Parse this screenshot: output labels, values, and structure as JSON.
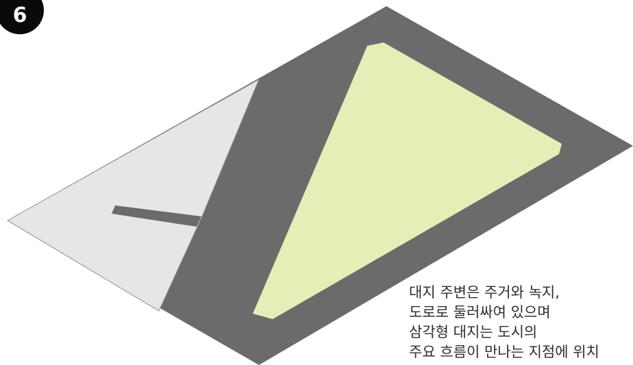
{
  "badge": {
    "number": "6"
  },
  "caption": {
    "lines": [
      "대지 주변은 주거와 녹지,",
      "도로로 둘러싸여 있으며",
      "삼각형 대지는 도시의",
      "주요 흐름이 만나는 지점에 위치"
    ]
  },
  "colors": {
    "road": "#6b6b6b",
    "residential": "#e6e6e6",
    "site": "#e5eeb7",
    "outline": "#7a7a7a"
  }
}
